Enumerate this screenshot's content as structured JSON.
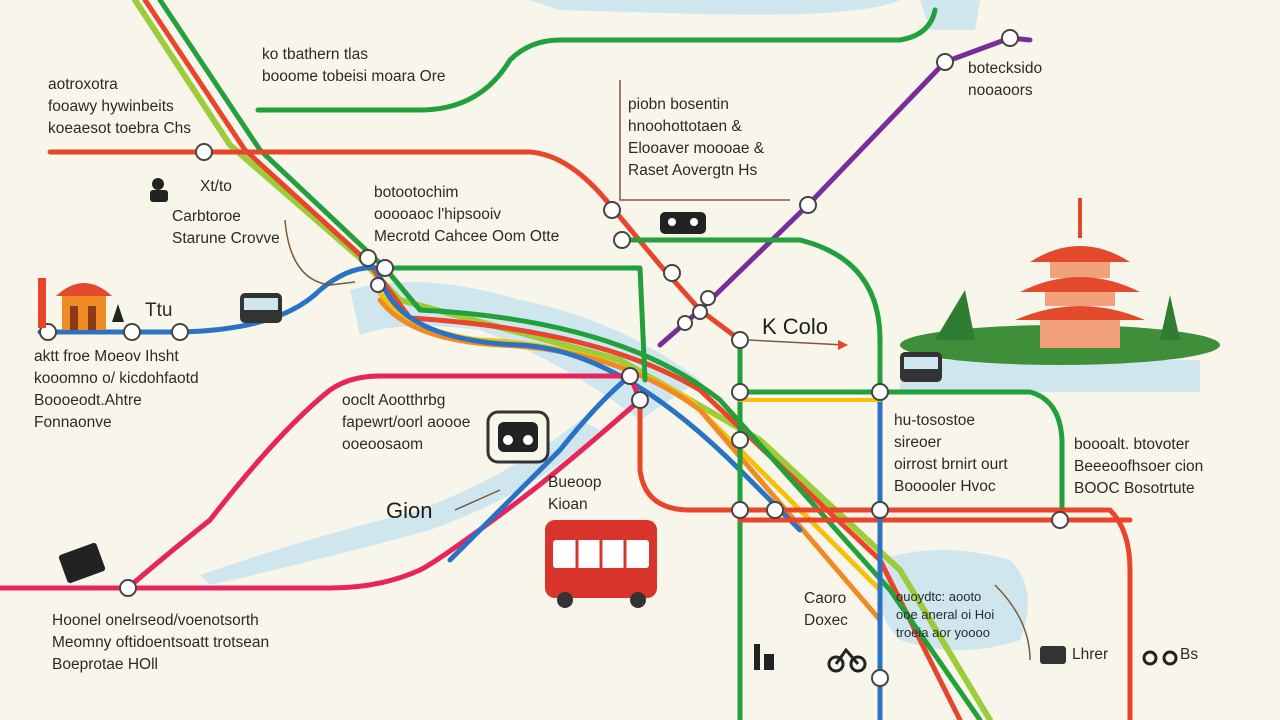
{
  "colors": {
    "background": "#f8f5ea",
    "water": "#cfe6ee",
    "line_red": "#e8452b",
    "line_green": "#21a03c",
    "line_blue": "#2a73c4",
    "line_yellow": "#f4c20d",
    "line_lime": "#9ccc3a",
    "line_magenta": "#e8245c",
    "line_purple": "#7a2c9b",
    "line_orange": "#f08a24",
    "pagoda_red": "#e24a2b",
    "tree_green": "#2f7d32",
    "bus_red": "#d9342b"
  },
  "icons": [
    "temple-icon",
    "pagoda-icon",
    "bus-icon",
    "taxi-icon",
    "person-icon",
    "bicycle-icon",
    "train-icon"
  ],
  "labels": {
    "top_left": [
      "ko tbathern tlas",
      "booome tobeisi moara Ore"
    ],
    "left_upper": [
      "aotroxotra",
      "fooawy hywinbeits",
      "koeaesot toebra Chs"
    ],
    "left_mid_icon": "Xt/to",
    "left_station": [
      "Carbtoroe",
      "Starune Crovve"
    ],
    "center_upper": [
      "botootochim",
      "ooooaoc l'hipsooiv",
      "Mecrotd Cahcee Oom Otte"
    ],
    "top_center": [
      "piobn bosentin",
      "hnoohottotaen &",
      "Elooaver moooae &",
      "Raset Aovergtn Hs"
    ],
    "top_right": [
      "botecksido",
      "nooaoors"
    ],
    "temple_label": "Ttu",
    "left_lower": [
      "aktt froe Moeov Ihsht",
      "kooomno o/ kicdohfaotd",
      "Boooeodt.Ahtre",
      "Fonnaonve"
    ],
    "kcolo": "K Colo",
    "center_mid": [
      "ooclt Aootthrbg",
      "fapewrt/oorl aoooe",
      "ooeoosaom"
    ],
    "gion": "Gion",
    "bus_label": [
      "Bueoop",
      "Kioan"
    ],
    "right_center": [
      "hu-tosostoe",
      "sireoer",
      "oirrost brnirt ourt",
      "Booooler Hvoc"
    ],
    "right_far": [
      "boooalt. btovoter",
      "Beeeoofhsoer cion",
      "BOOC Bosotrtute"
    ],
    "bottom_left": [
      "Hoonel onelrseod/voenotsorth",
      "Meomny oftidoentsoatt trotsean",
      "Boeprotae HOll"
    ],
    "bottom_center_small": [
      "Caoro",
      "Doxec"
    ],
    "bottom_center": [
      "ouoydtc: aooto",
      "ooe aneral oi Hoi",
      "troeia aor yoooo"
    ],
    "bottom_right_a": "Lhrer",
    "bottom_right_b": "Bs"
  }
}
